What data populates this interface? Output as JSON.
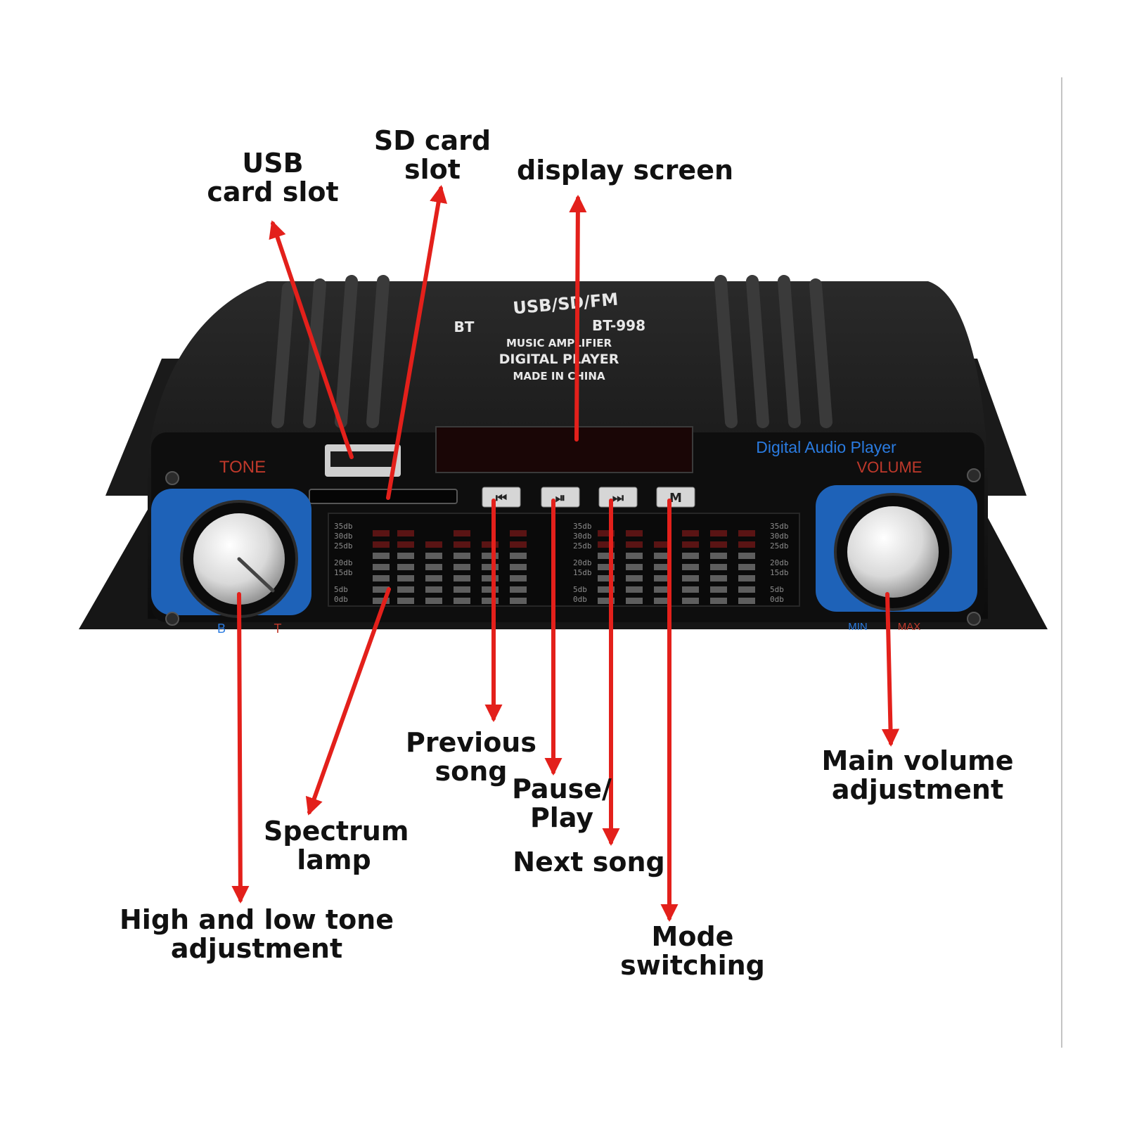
{
  "device": {
    "top_text": [
      "USB/SD/FM",
      "BT",
      "BT-998",
      "MUSIC AMPLIFIER",
      "DIGITAL PLAYER",
      "MADE IN CHINA"
    ],
    "brand_label": "Digital Audio Player",
    "tone_label": "TONE",
    "volume_label": "VOLUME",
    "tone_scale": [
      "B",
      "T"
    ],
    "volume_scale": [
      "MIN",
      "MAX"
    ],
    "buttons": [
      {
        "name": "previous",
        "glyph": "⏮"
      },
      {
        "name": "play-pause",
        "glyph": "⏯"
      },
      {
        "name": "next",
        "glyph": "⏭"
      },
      {
        "name": "mode",
        "glyph": "M"
      }
    ],
    "db_scale": [
      "35db",
      "30db",
      "25db",
      "20db",
      "15db",
      "5db",
      "0db"
    ],
    "colors": {
      "arrow": "#e3201b",
      "body": "#121212",
      "knob_ring": "#1e62b8",
      "brand_text": "#2a7be0",
      "label_red": "#c0392b"
    }
  },
  "callouts": {
    "usb": [
      "USB",
      "card slot"
    ],
    "sd": [
      "SD card",
      "slot"
    ],
    "display": [
      "display screen"
    ],
    "previous": [
      "Previous",
      "song"
    ],
    "pause": [
      "Pause/",
      "Play"
    ],
    "next": [
      "Next song"
    ],
    "spectrum": [
      "Spectrum",
      "lamp"
    ],
    "tone": [
      "High and low tone",
      "adjustment"
    ],
    "mode": [
      "Mode",
      "switching"
    ],
    "volume": [
      "Main volume",
      "adjustment"
    ]
  }
}
